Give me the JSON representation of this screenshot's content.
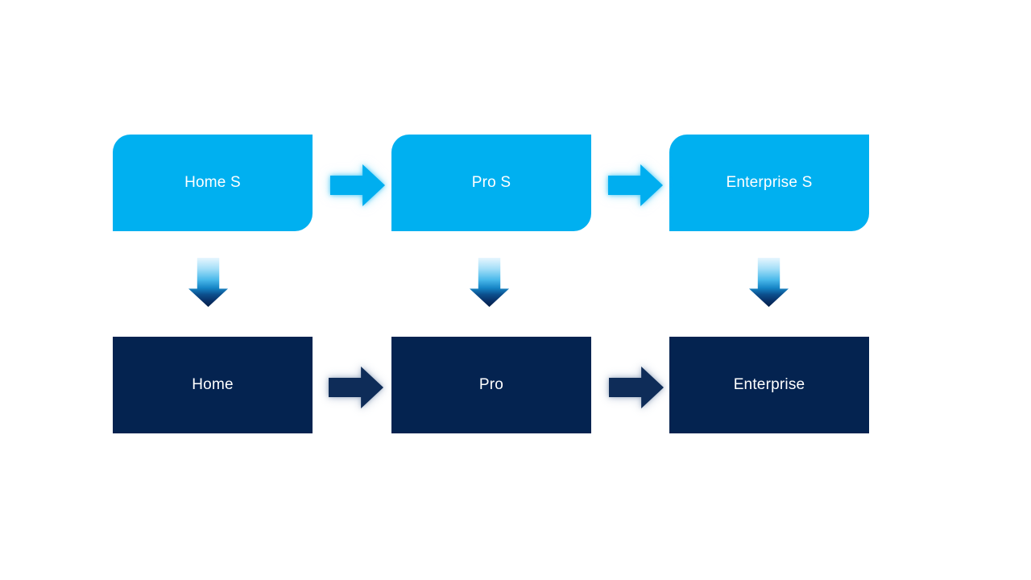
{
  "diagram": {
    "description": "Product edition upgrade flow diagram with two tiers",
    "columns": [
      {
        "top_label": "Home S",
        "bottom_label": "Home"
      },
      {
        "top_label": "Pro S",
        "bottom_label": "Pro"
      },
      {
        "top_label": "Enterprise S",
        "bottom_label": "Enterprise"
      }
    ],
    "colors": {
      "top_box": "#00B0F0",
      "bottom_box": "#042350",
      "arrow_light": "#00AEEF",
      "arrow_dark": "#0E2C58",
      "down_arrow_gradient_start": "#E8F6FE",
      "down_arrow_gradient_end": "#051F47",
      "text": "#FFFFFF",
      "background": "#FFFFFF"
    }
  }
}
